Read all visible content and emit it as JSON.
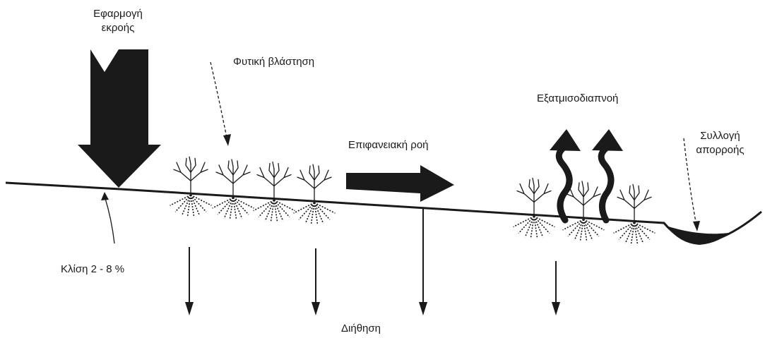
{
  "labels": {
    "effluent_application": "Εφαρμογή\nεκροής",
    "vegetation": "Φυτική βλάστηση",
    "surface_flow": "Επιφανειακή ροή",
    "evapotranspiration": "Εξατμισοδιαπνοή",
    "runoff_collection": "Συλλογή\nαπορροής",
    "slope": "Κλίση 2 - 8 %",
    "infiltration": "Διήθηση"
  },
  "colors": {
    "ink": "#1a1a1a",
    "background": "#ffffff"
  }
}
